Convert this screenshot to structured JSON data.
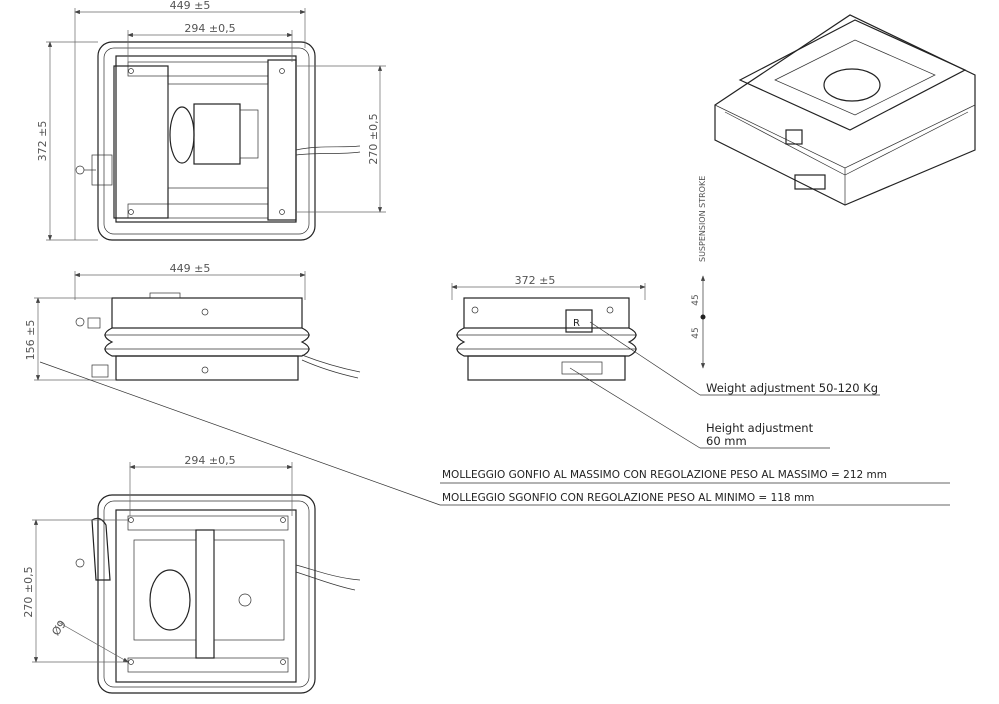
{
  "top_view": {
    "width_dim": "449 ±5",
    "inner_width_dim": "294 ±0,5",
    "depth_dim": "372 ±5",
    "inner_depth_dim": "270 ±0,5"
  },
  "front_view": {
    "width_dim": "449 ±5",
    "height_dim": "156 ±5"
  },
  "side_view": {
    "depth_dim": "372 ±5"
  },
  "bottom_view": {
    "inner_width_dim": "294 ±0,5",
    "inner_depth_dim": "270 ±0,5",
    "hole_dim": "Ø9"
  },
  "stroke": {
    "label": "SUSPENSION STROKE",
    "upper": "45",
    "lower": "45"
  },
  "callouts": {
    "weight": "Weight adjustment 50-120 Kg",
    "height_line1": "Height adjustment",
    "height_line2": "60 mm"
  },
  "notes": {
    "max": "MOLLEGGIO GONFIO AL  MASSIMO CON REGOLAZIONE PESO AL  MASSIMO = 212 mm",
    "min": "MOLLEGGIO SGONFIO CON REGOLAZIONE PESO AL MINIMO   = 118 mm"
  }
}
